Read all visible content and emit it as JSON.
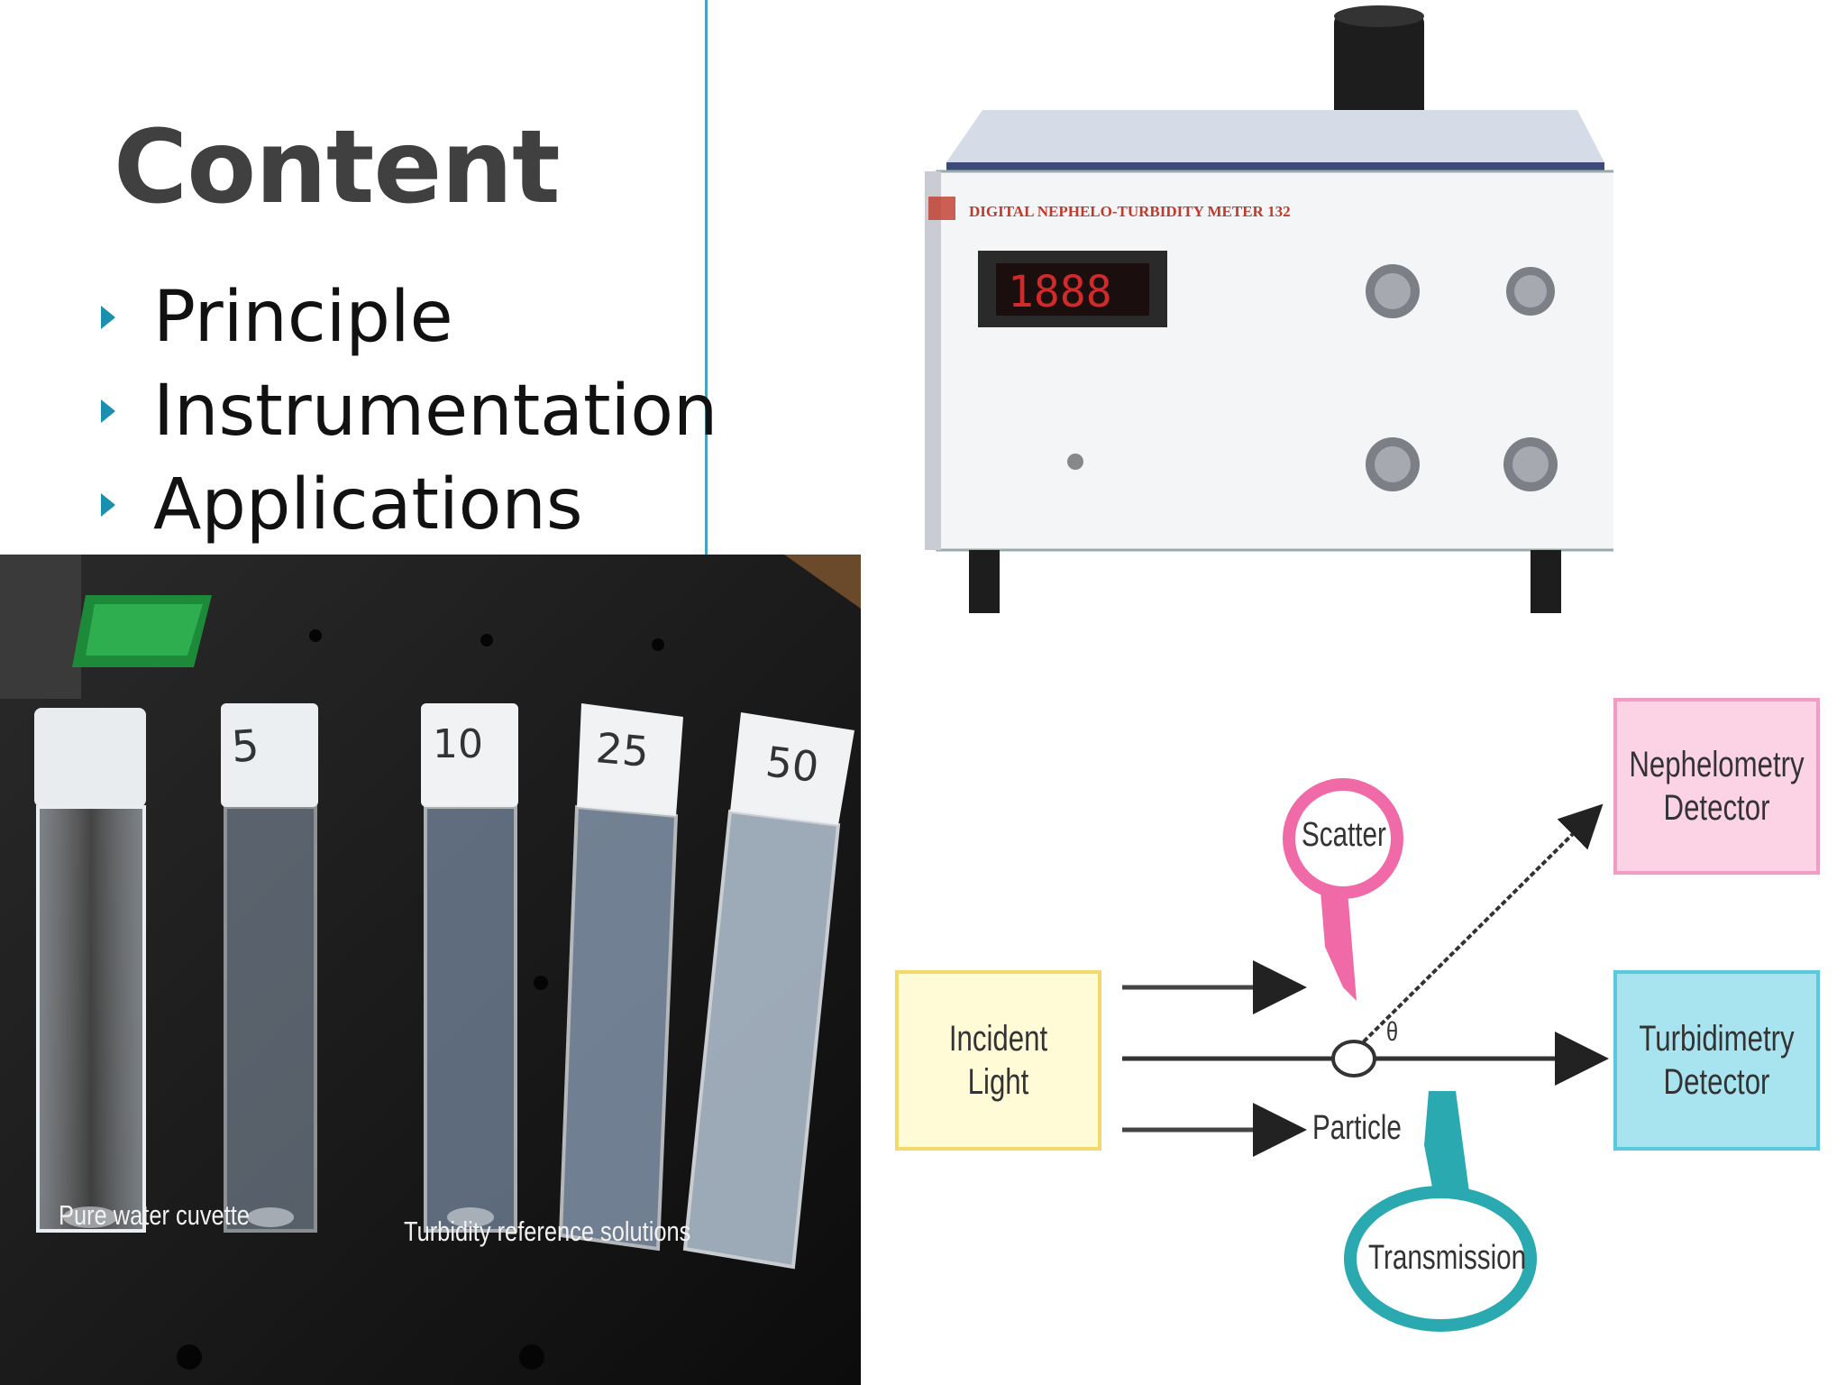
{
  "slide": {
    "title": "Content",
    "bullets": [
      "Principle",
      "Instrumentation",
      "Applications"
    ]
  },
  "photo": {
    "cuvette_labels": [
      "5",
      "10",
      "25",
      "50"
    ],
    "caption_left": "Pure water cuvette",
    "caption_right": "Turbidity reference solutions"
  },
  "instrument": {
    "nameplate": "DIGITAL NEPHELO-TURBIDITY METER 132",
    "display": "1888"
  },
  "diagram": {
    "incident": "Incident Light",
    "nephelometry": "Nephelometry Detector",
    "turbidimetry": "Turbidimetry Detector",
    "scatter": "Scatter",
    "transmission": "Transmission",
    "particle": "Particle",
    "theta": "θ"
  },
  "colors": {
    "accent": "#1b8fb0",
    "divider": "#4aa3bd",
    "title": "#404040",
    "pink": "#f29bc4",
    "teal": "#2aa9b0",
    "yellow": "#f3d96a",
    "cyan": "#5bc9dc"
  }
}
